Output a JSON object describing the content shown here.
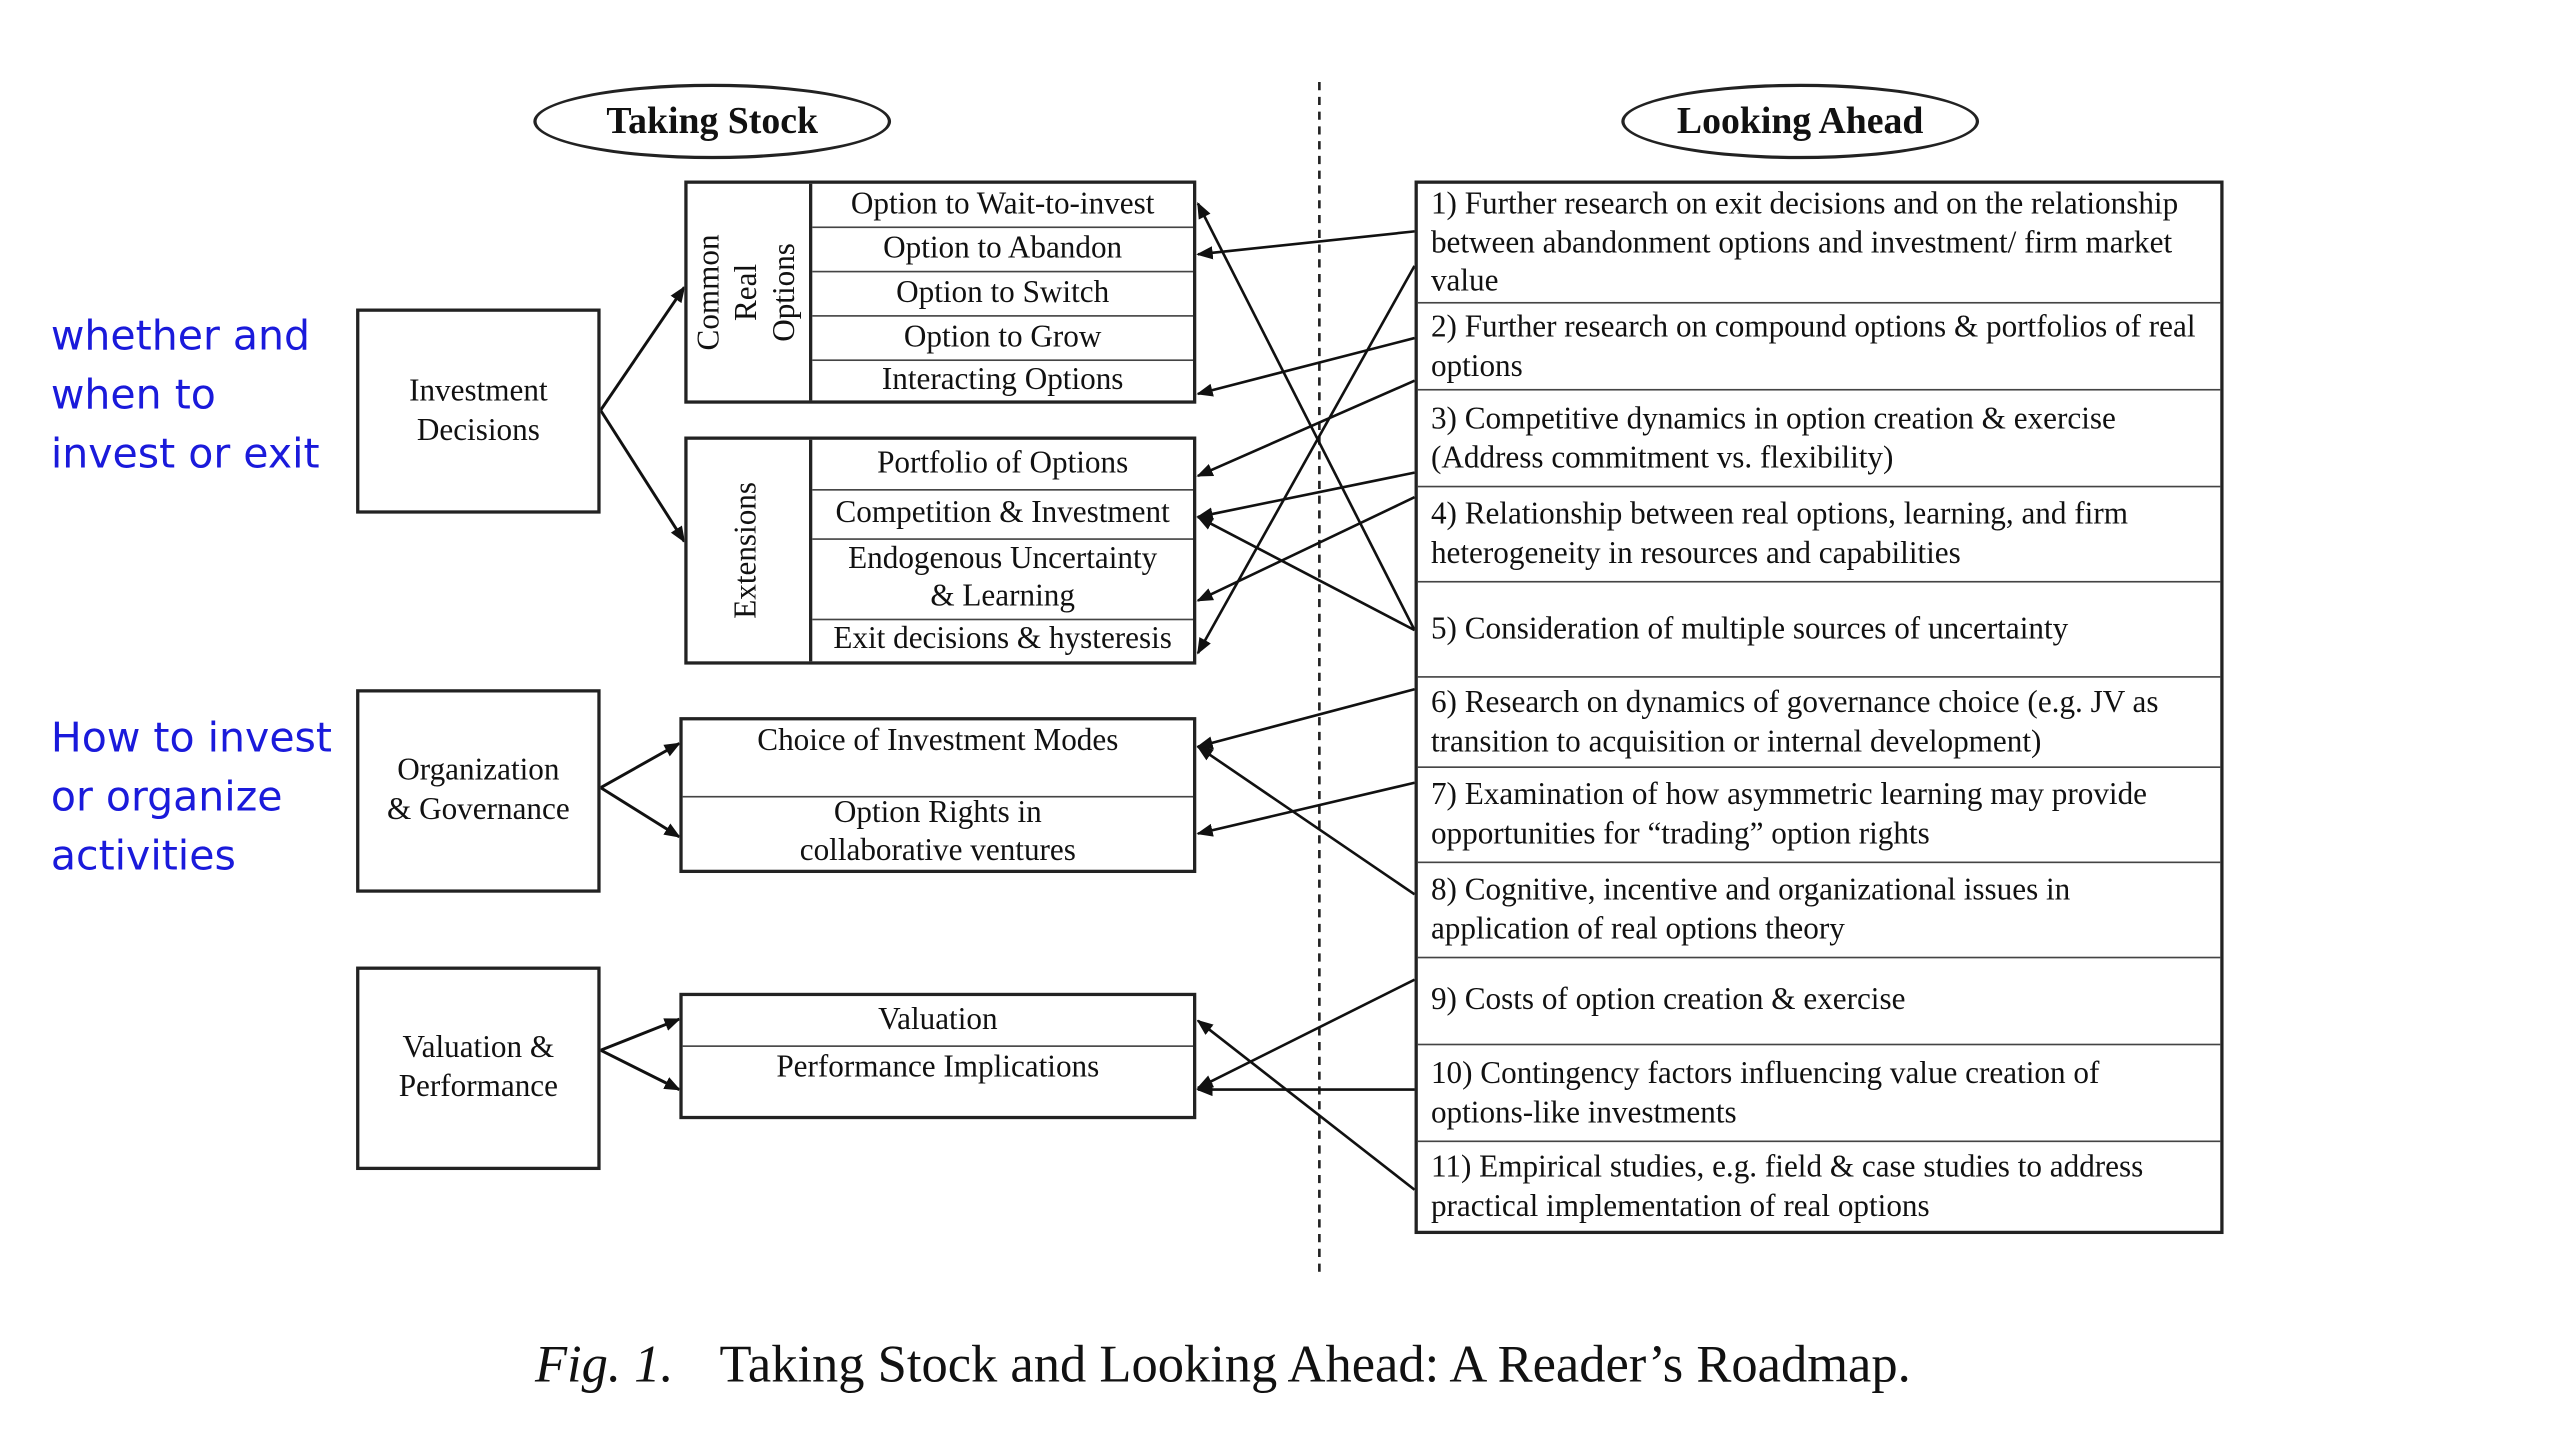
{
  "headers": {
    "left": "Taking Stock",
    "right": "Looking Ahead"
  },
  "annotations": [
    "whether and\nwhen to\ninvest or exit",
    "How to invest\nor organize\nactivities"
  ],
  "main_boxes": [
    {
      "text": "Investment\nDecisions"
    },
    {
      "text": "Organization\n& Governance"
    },
    {
      "text": "Valuation &\nPerformance"
    }
  ],
  "groups": {
    "common": {
      "label": "Common\nReal Options",
      "items": [
        "Option to Wait-to-invest",
        "Option to Abandon",
        "Option to Switch",
        "Option to Grow",
        "Interacting Options"
      ]
    },
    "extensions": {
      "label": "Extensions",
      "items": [
        "Portfolio of Options",
        "Competition & Investment",
        "Endogenous Uncertainty\n& Learning",
        "Exit decisions & hysteresis"
      ]
    },
    "governance": {
      "items": [
        "Choice of Investment Modes",
        "Option Rights in\ncollaborative ventures"
      ]
    },
    "valuation": {
      "items": [
        "Valuation",
        "Performance Implications"
      ]
    }
  },
  "research_items": [
    "1) Further research on exit decisions and on the relationship between abandonment options and investment/ firm market value",
    "2) Further research on compound options & portfolios of real options",
    "3) Competitive dynamics in option creation & exercise (Address commitment vs. flexibility)",
    "4) Relationship between real options, learning, and firm heterogeneity in resources and capabilities",
    "5) Consideration of multiple sources of uncertainty",
    "6) Research on dynamics of governance choice (e.g. JV as transition to acquisition or internal development)",
    "7) Examination of how asymmetric learning may provide opportunities for “trading” option rights",
    "8) Cognitive, incentive and organizational issues in application of real options theory",
    "9) Costs of option creation & exercise",
    "10) Contingency factors influencing value creation of options-like investments",
    "11) Empirical studies, e.g. field & case studies to address practical implementation of real options"
  ],
  "caption": {
    "fig": "Fig. 1.",
    "title": "Taking Stock and Looking Ahead: A Reader’s Roadmap."
  }
}
